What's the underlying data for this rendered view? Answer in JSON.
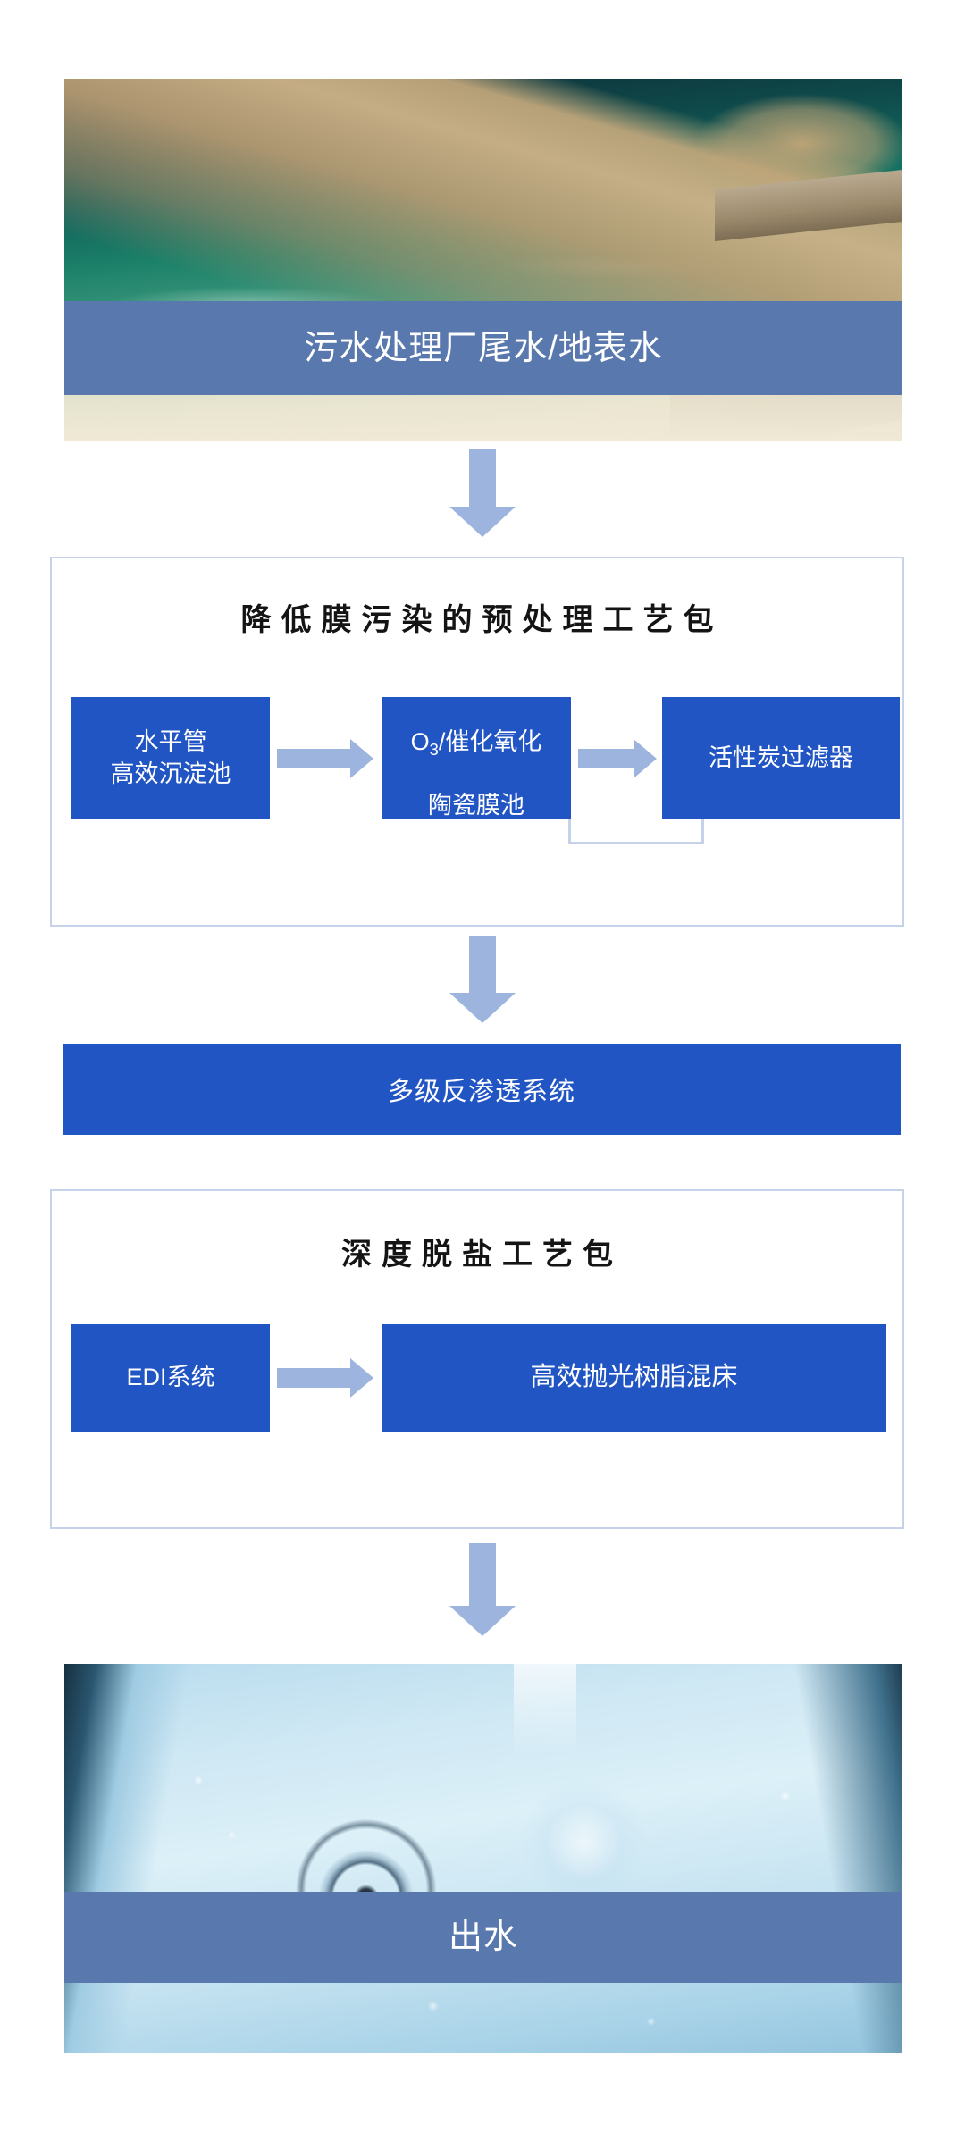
{
  "diagram": {
    "title_flow": "污水处理厂尾水/地表水 → 降低膜污染的预处理工艺包 → 多级反渗透系统 → 深度脱盐工艺包 → 出水",
    "colors": {
      "process_box_blue": "#2255c4",
      "banner_blue": "#5878ae",
      "arrow_light_blue": "#9db4de",
      "panel_border": "#c6d2ea",
      "text_white": "#ffffff",
      "title_black": "#141414"
    }
  },
  "source": {
    "caption": "污水处理厂尾水/地表水",
    "image_alt": "teal ocean water with brown sediment discharge plume"
  },
  "pretreatment": {
    "title": "降低膜污染的预处理工艺包",
    "steps": [
      {
        "label": "水平管\n高效沉淀池"
      },
      {
        "label": "O3/催化氧化\n陶瓷膜池",
        "line1_prefix": "O",
        "line1_sub": "3",
        "line1_rest": "/催化氧化",
        "line2": "陶瓷膜池"
      },
      {
        "label": "活性炭过滤器"
      }
    ],
    "recycle_connector": "return line from ceramic membrane tank to activated carbon filter"
  },
  "ro_system": {
    "label": "多级反渗透系统"
  },
  "desalination": {
    "title": "深度脱盐工艺包",
    "steps": [
      {
        "label": "EDI系统"
      },
      {
        "label": "高效抛光树脂混床"
      }
    ]
  },
  "effluent": {
    "caption": "出水",
    "image_alt": "pale blue water swirling into a sink drain"
  },
  "arrows": {
    "down_1": "down-arrow-source-to-pretreatment",
    "down_2": "down-arrow-pretreatment-to-ro",
    "down_3": "down-arrow-desalination-to-effluent"
  }
}
